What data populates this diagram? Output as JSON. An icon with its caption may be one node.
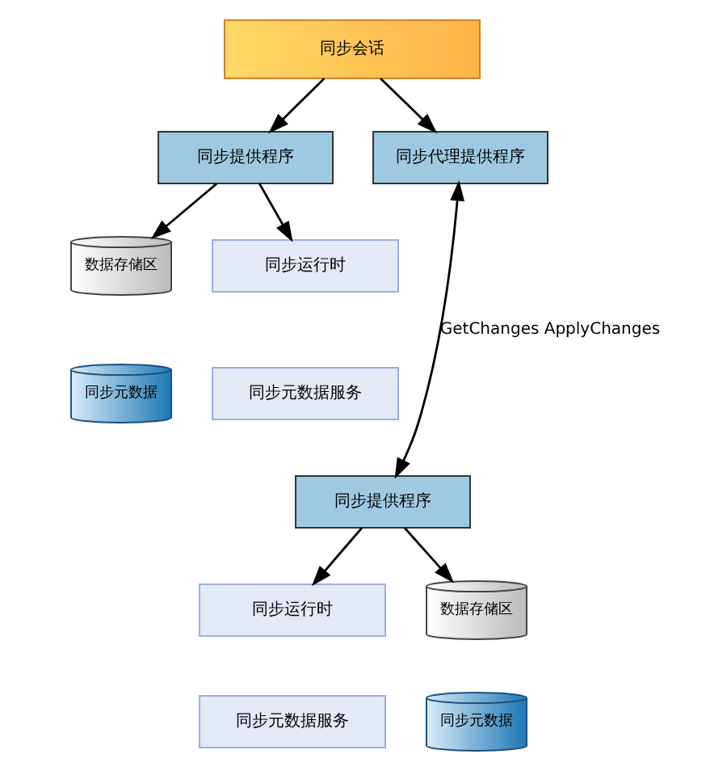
{
  "diagram": {
    "nodes": [
      {
        "text": [
          "同步会话"
        ]
      },
      {
        "text": [
          "同步提供程序"
        ]
      },
      {
        "text": [
          "同步代理提供程序"
        ]
      },
      {
        "text": [
          "数据存储区"
        ]
      },
      {
        "text": [
          "同步元数据"
        ]
      },
      {
        "text": [
          "同步运行时"
        ]
      },
      {
        "text": [
          "同步元数据服务"
        ]
      },
      {
        "text": [
          "同步提供程序"
        ]
      },
      {
        "text": [
          "同步运行时"
        ]
      },
      {
        "text": [
          "同步元数据服务"
        ]
      },
      {
        "text": [
          "数据存储区"
        ]
      },
      {
        "text": [
          "同步元数据"
        ]
      }
    ],
    "edges": [
      {
        "from": 0,
        "to": 1,
        "arrow": "to"
      },
      {
        "from": 0,
        "to": 2,
        "arrow": "to"
      },
      {
        "from": 1,
        "to": 3,
        "arrow": "to"
      },
      {
        "from": 1,
        "to": 5,
        "arrow": "to"
      },
      {
        "from": 2,
        "to": 7,
        "arrow": "both",
        "label": "GetChanges ApplyChanges"
      },
      {
        "from": 7,
        "to": 8,
        "arrow": "to"
      },
      {
        "from": 7,
        "to": 10,
        "arrow": "to"
      }
    ]
  }
}
